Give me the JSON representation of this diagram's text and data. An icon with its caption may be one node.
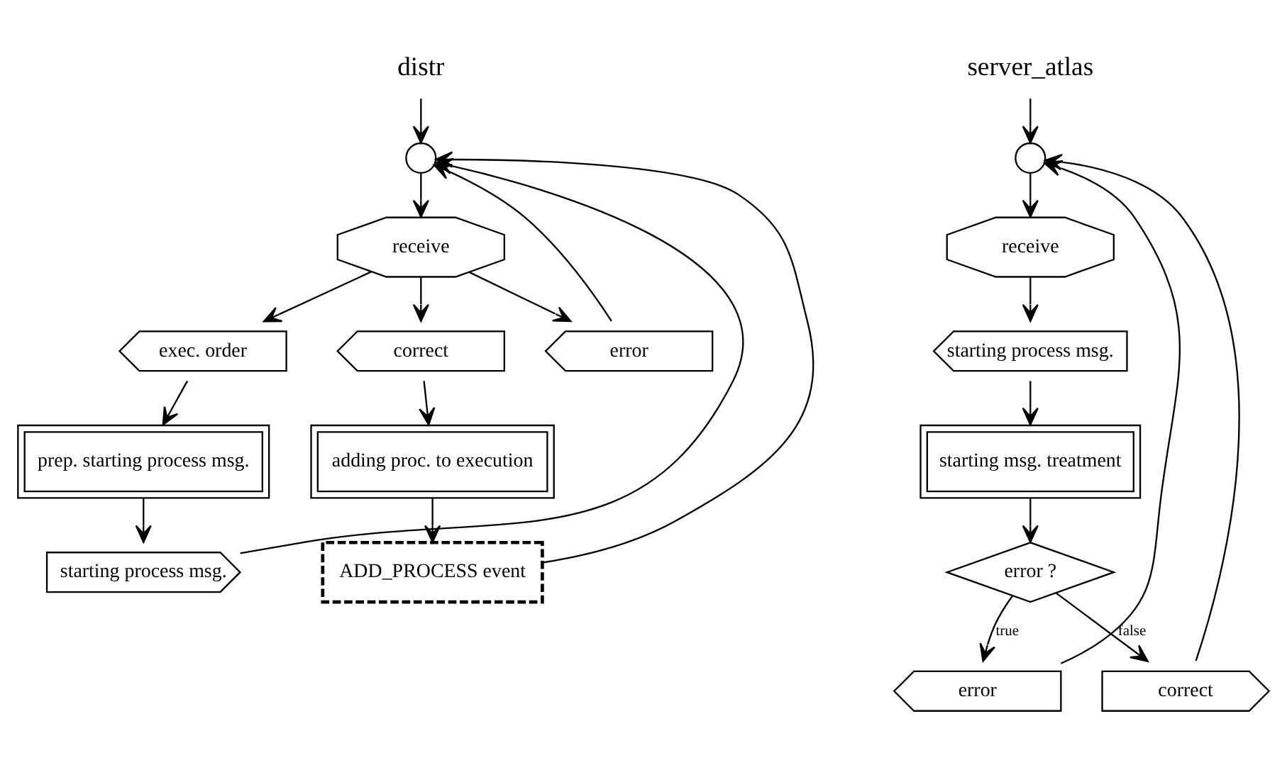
{
  "diagram": {
    "nodes": [
      {
        "text": [
          "distr"
        ]
      },
      {
        "text": [],
        "shape": "circle"
      },
      {
        "text": [
          "receive"
        ]
      },
      {
        "text": [
          "exec. order"
        ]
      },
      {
        "text": [
          "correct"
        ]
      },
      {
        "text": [
          "error"
        ]
      },
      {
        "text": [
          "prep. starting process msg."
        ]
      },
      {
        "text": [
          "adding proc. to execution"
        ]
      },
      {
        "text": [
          "starting process msg."
        ]
      },
      {
        "text": [
          "ADD_PROCESS event"
        ]
      },
      {
        "text": [
          "server_atlas"
        ]
      },
      {
        "text": [],
        "shape": "circle"
      },
      {
        "text": [
          "receive"
        ]
      },
      {
        "text": [
          "starting process msg."
        ]
      },
      {
        "text": [
          "starting msg. treatment"
        ]
      },
      {
        "text": [
          "error ?"
        ]
      },
      {
        "text": [
          "error"
        ]
      },
      {
        "text": [
          "correct"
        ]
      }
    ],
    "edges": [
      {
        "from": 0,
        "to": 1,
        "arrow": "to"
      },
      {
        "from": 1,
        "to": 2,
        "arrow": "to"
      },
      {
        "from": 2,
        "to": 3,
        "arrow": "to"
      },
      {
        "from": 2,
        "to": 4,
        "arrow": "to"
      },
      {
        "from": 2,
        "to": 5,
        "arrow": "to"
      },
      {
        "from": 5,
        "to": 1,
        "arrow": "to"
      },
      {
        "from": 3,
        "to": 6,
        "arrow": "to"
      },
      {
        "from": 6,
        "to": 8,
        "arrow": "to"
      },
      {
        "from": 8,
        "to": 1,
        "arrow": "to"
      },
      {
        "from": 4,
        "to": 7,
        "arrow": "to"
      },
      {
        "from": 7,
        "to": 9,
        "arrow": "to"
      },
      {
        "from": 9,
        "to": 1,
        "arrow": "to"
      },
      {
        "from": 10,
        "to": 11,
        "arrow": "to"
      },
      {
        "from": 11,
        "to": 12,
        "arrow": "to"
      },
      {
        "from": 12,
        "to": 13,
        "arrow": "to"
      },
      {
        "from": 13,
        "to": 14,
        "arrow": "to"
      },
      {
        "from": 14,
        "to": 15,
        "arrow": "to"
      },
      {
        "from": 15,
        "to": 16,
        "label": "true",
        "arrow": "to"
      },
      {
        "from": 15,
        "to": 17,
        "label": "false",
        "arrow": "to"
      },
      {
        "from": 16,
        "to": 11,
        "arrow": "to"
      },
      {
        "from": 17,
        "to": 11,
        "arrow": "to"
      }
    ]
  }
}
